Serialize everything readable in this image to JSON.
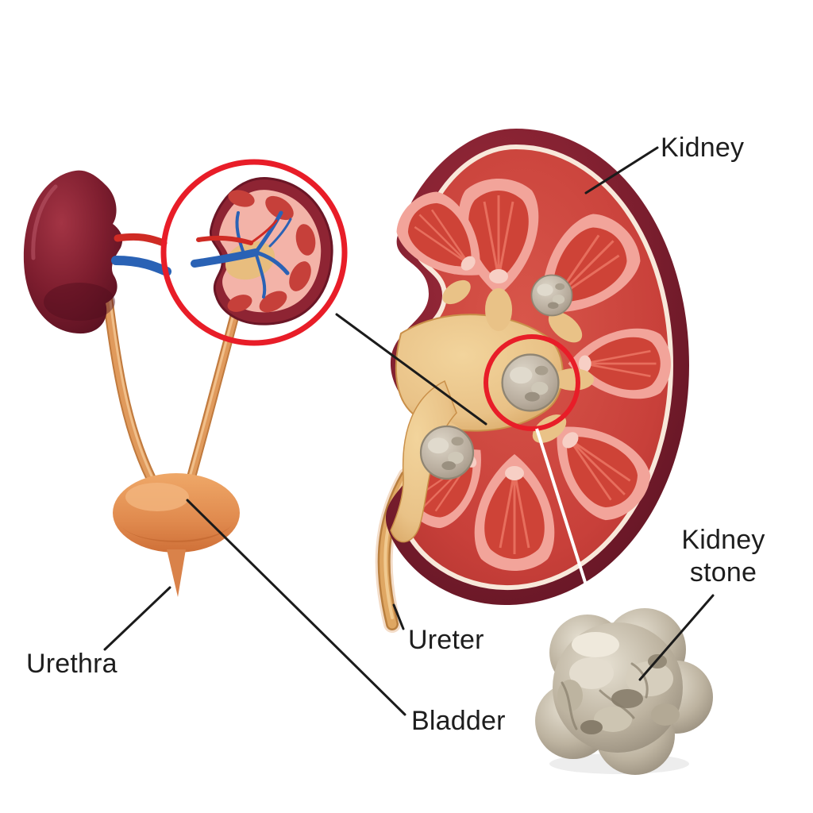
{
  "diagram": {
    "type": "medical-illustration",
    "subject": "Kidney stones in the urinary system"
  },
  "labels": {
    "kidney": "Kidney",
    "kidney_stone": {
      "line1": "Kidney",
      "line2": "stone"
    },
    "ureter": "Ureter",
    "bladder": "Bladder",
    "urethra": "Urethra"
  },
  "colors": {
    "capsule_dark": "#7b1e2e",
    "cortex_red": "#c8403a",
    "pyramid_red": "#ce4337",
    "pyramid_pink": "#f2a49a",
    "pelvis_tan": "#e9c287",
    "ureter_orange": "#dfa763",
    "bladder_orange": "#e08a4e",
    "stone_gray": "#b7ab9c",
    "stone_light": "#e0dacd",
    "highlight_red": "#e81d28",
    "vessel_blue": "#2a62b5",
    "vessel_red": "#cf2b24",
    "pointer_line": "#1b1b1b"
  }
}
